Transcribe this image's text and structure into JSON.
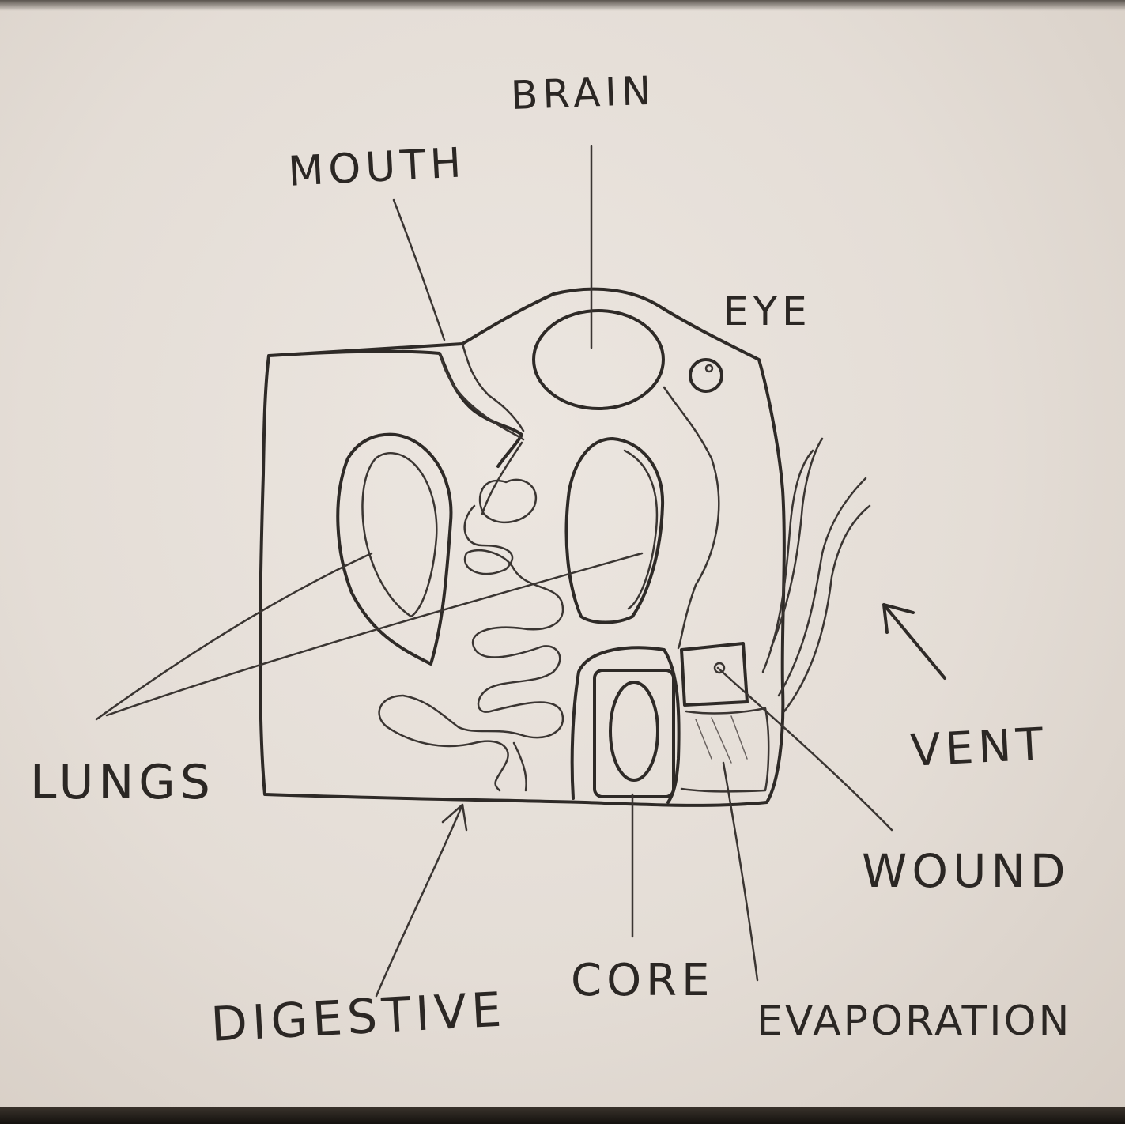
{
  "diagram": {
    "labels": {
      "brain": "BRAIN",
      "mouth": "MOUTH",
      "eye": "EYE",
      "lungs": "LUNGS",
      "vent": "VENT",
      "wound": "WOUND",
      "digestive": "DIGESTIVE",
      "core": "CORE",
      "evaporation": "EVAPORATION"
    }
  }
}
